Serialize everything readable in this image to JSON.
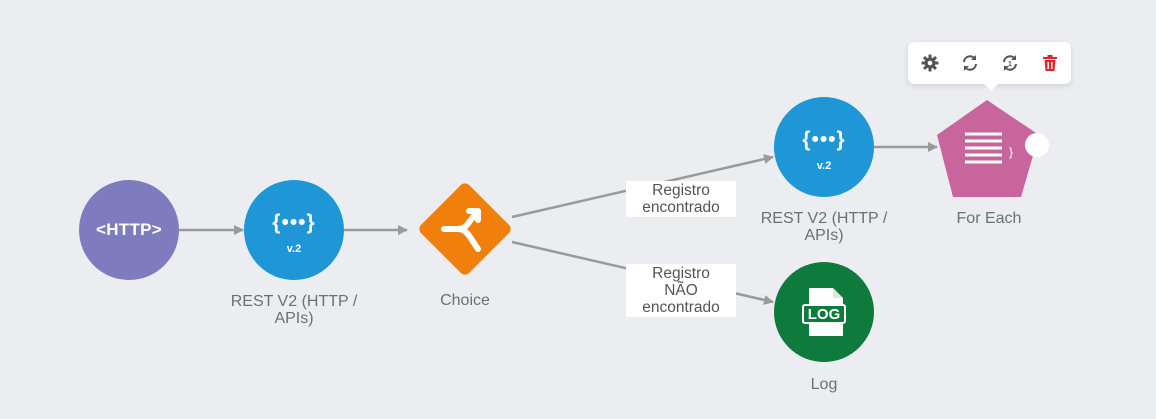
{
  "nodes": {
    "http": {
      "text": "<HTTP>",
      "color": "#7f7bbf"
    },
    "rest1": {
      "icon_text": "{•••}",
      "version": "v.2",
      "label": "REST V2 (HTTP / APIs)",
      "color": "#1f96d6"
    },
    "choice": {
      "label": "Choice",
      "color": "#f07f0c"
    },
    "rest2": {
      "icon_text": "{•••}",
      "version": "v.2",
      "label": "REST V2 (HTTP / APIs)",
      "color": "#1f96d6"
    },
    "log": {
      "icon_text": "LOG",
      "label": "Log",
      "color": "#0e7a3c"
    },
    "foreach": {
      "label": "For Each",
      "color": "#c8659d"
    }
  },
  "edges": {
    "found": {
      "label_lines": [
        "Registro",
        "encontrado"
      ]
    },
    "not_found": {
      "label_lines": [
        "Registro",
        "NÃO",
        "encontrado"
      ]
    }
  },
  "toolbar": {
    "buttons": [
      "gear-icon",
      "refresh-icon",
      "refresh-alt-icon",
      "trash-icon"
    ],
    "delete_color": "#e0242f"
  }
}
